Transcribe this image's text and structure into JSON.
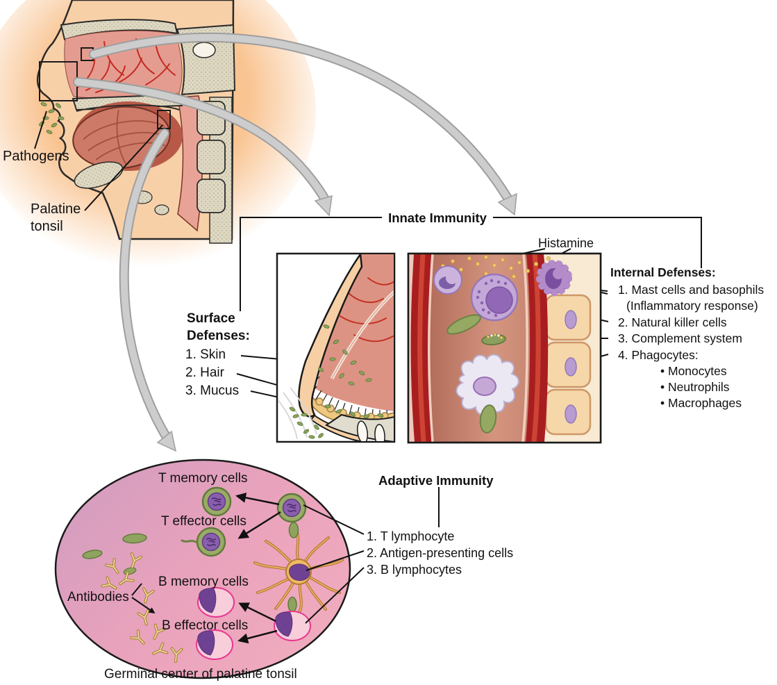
{
  "figure": {
    "pathogens": "Pathogens",
    "palatine_tonsil": "Palatine tonsil",
    "innate_title": "Innate Immunity",
    "histamine": "Histamine",
    "surface": {
      "title": "Surface Defenses:",
      "items": [
        "1. Skin",
        "2. Hair",
        "3. Mucus"
      ]
    },
    "internal": {
      "title": "Internal Defenses:",
      "items": [
        "1. Mast cells and basophils",
        "(Inflammatory response)",
        "2. Natural killer cells",
        "3. Complement system",
        "4. Phagocytes:"
      ],
      "phagocytes": [
        "• Monocytes",
        "• Neutrophils",
        "• Macrophages"
      ]
    },
    "adaptive": {
      "title": "Adaptive Immunity",
      "items": [
        "1. T lymphocyte",
        "2. Antigen-presenting cells",
        "3. B lymphocytes"
      ]
    },
    "germinal": {
      "t_memory": "T memory cells",
      "t_effector": "T effector cells",
      "b_memory": "B memory cells",
      "b_effector": "B effector cells",
      "antibodies": "Antibodies",
      "caption": "Germinal center of palatine tonsil"
    }
  },
  "colors": {
    "arrow_gray": "#cdcdcd",
    "arrow_gray_outline": "#9e9e9e",
    "line_black": "#111111",
    "skin_tone": "#f8d0a8",
    "head_glow": "#f8bd85",
    "bone_tan": "#ded8c2",
    "nasal_cavity_pink": "#e59c90",
    "tongue_red": "#ce7a68",
    "vessel_red": "#a81e20",
    "tissue_brown": "#cf8f79",
    "epithelium_tan": "#f6d7a9",
    "cell_purple": "#c3a8d8",
    "nucleus_purple": "#6f4193",
    "pathogen_green": "#8ea45e",
    "histamine_yellow": "#f2c969",
    "mucus_yellow": "#eec87e",
    "tonsil_pink": "#eda6ba",
    "tonsil_mauve": "#cf9cc0",
    "t_cell_green": "#9aab66",
    "b_cell_pink": "#f7ced9",
    "b_cell_outline": "#e8368f",
    "dendritic_orange": "#f0b963",
    "antibody_tan": "#caa255",
    "phagocyte_white": "#ece8f3"
  }
}
